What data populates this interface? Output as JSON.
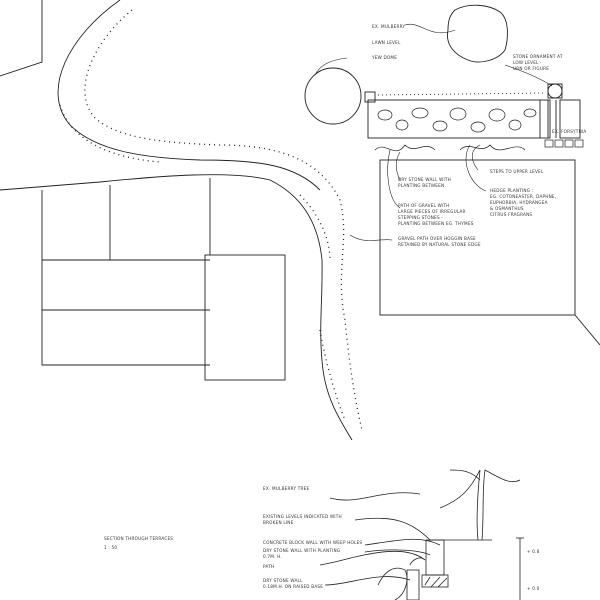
{
  "plan_labels": {
    "mulberry": "Ex. Mulberry",
    "lawn_level": "Lawn level",
    "yew_dome": "Yew dome",
    "stone_ornament": "Stone ornament at\nlow level -\nurn or figure",
    "forsythia": "Ex. Forsythia",
    "dry_stone_wall": "Dry stone wall with\nplanting between",
    "steps": "Steps to upper level",
    "hedge_planting": "Hedge planting :\neg. Cotoneaster, Daphne,\nEuphorbia, Hydrangea\n& Osmanthus\nCitrus fragrans",
    "gravel_path": "Path of gravel with\nlarge pieces of irregular\nstepping stones -\nplanting between eg. thymes",
    "gravel_path_edged": "Gravel path over hoggin base\nretained by natural stone edge"
  },
  "section": {
    "title": "Section through terraces",
    "scale": "1 : 50",
    "labels": {
      "mulberry_tree": "Ex. mulberry tree",
      "existing_levels": "Existing levels indicated with\nbroken line",
      "concrete_wall": "Concrete block wall with weep holes",
      "dry_stone_wall": "Dry stone wall with planting\n0.7m. h.",
      "path": "Path",
      "dry_stone_wall_2": "Dry stone wall\n0.18m.h. on raised base"
    },
    "level_marks": [
      "+ 0.8",
      "+ 0.0"
    ]
  }
}
